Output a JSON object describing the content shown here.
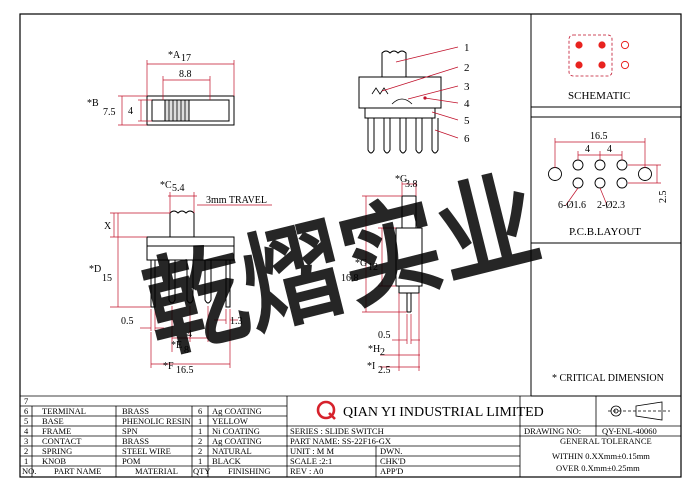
{
  "top_view": {
    "dim_a": "*A",
    "dim_a_value": "17",
    "dim_slot": "8.8",
    "dim_b": "*B",
    "dim_b_value": "7.5",
    "dim_slot_height": "4"
  },
  "side_view": {
    "callouts": [
      "1",
      "2",
      "3",
      "4",
      "5",
      "6"
    ]
  },
  "schematic": {
    "label": "SCHEMATIC"
  },
  "pcb_layout": {
    "label": "P.C.B.LAYOUT",
    "dim_width": "16.5",
    "dim_pitch_1": "4",
    "dim_pitch_2": "4",
    "dim_row": "2.5",
    "hole_large": "6-Ø1.6",
    "hole_small": "2-Ø2.3"
  },
  "front_view": {
    "dim_c": "*C",
    "dim_c_value": "5.4",
    "travel": "3mm TRAVEL",
    "dim_x": "X",
    "dim_d": "*D",
    "dim_d_value": "15",
    "dim_pin": "0.5",
    "dim_tab": "1.3",
    "dim_e": "*E",
    "dim_e_value": "8",
    "dim_pitch": "4",
    "dim_f": "*F",
    "dim_f_value": "16.5"
  },
  "end_view": {
    "dim_g1": "*G",
    "dim_g1_value": "3.8",
    "dim_g2": "*G",
    "dim_g2_value": "12",
    "dim_total": "16.8",
    "dim_pin": "0.5",
    "dim_h": "*H",
    "dim_h_value": "2",
    "dim_i": "*I",
    "dim_i_value": "2.5"
  },
  "watermark": "乾熠实业",
  "critical_note": "* CRITICAL DIMENSION",
  "title_block": {
    "company": "QIAN YI INDUSTRIAL LIMITED",
    "series": "SERIES : SLIDE SWITCH",
    "part_name": "PART NAME: SS-22F16-GX",
    "unit": "UNIT : M M",
    "scale": "SCALE :2:1",
    "rev": "REV  : A0",
    "dwn": "DWN.",
    "chkd": "CHK'D",
    "appd": "APP'D",
    "drawing_no_label": "DRAWING NO:",
    "drawing_no": "QY-ENL-40060",
    "general_tolerance": "GENERAL TOLERANCE",
    "tolerance_within": "WITHIN 0.XXmm±0.15mm",
    "tolerance_over": "OVER  0.Xmm±0.25mm"
  },
  "bom": {
    "header": {
      "no": "NO.",
      "part_name": "PART NAME",
      "material": "MATERIAL",
      "qty": "QTY",
      "finishing": "FINISHING"
    },
    "rows": [
      {
        "no": "7",
        "part": "",
        "material": "",
        "qty": "",
        "finish": ""
      },
      {
        "no": "6",
        "part": "TERMINAL",
        "material": "BRASS",
        "qty": "6",
        "finish": "Ag COATING"
      },
      {
        "no": "5",
        "part": "BASE",
        "material": "PHENOLIC RESIN",
        "qty": "1",
        "finish": "YELLOW"
      },
      {
        "no": "4",
        "part": "FRAME",
        "material": "SPN",
        "qty": "1",
        "finish": "Ni COATING"
      },
      {
        "no": "3",
        "part": "CONTACT",
        "material": "BRASS",
        "qty": "2",
        "finish": "Ag COATING"
      },
      {
        "no": "2",
        "part": "SPRING",
        "material": "STEEL WIRE",
        "qty": "2",
        "finish": "NATURAL"
      },
      {
        "no": "1",
        "part": "KNOB",
        "material": "POM",
        "qty": "1",
        "finish": "BLACK"
      }
    ]
  },
  "colors": {
    "line": "#000000",
    "dim_line": "#c0102a",
    "schematic_dot": "#e8231f",
    "logo": "#d6222c",
    "watermark": "#7fd3f0"
  }
}
